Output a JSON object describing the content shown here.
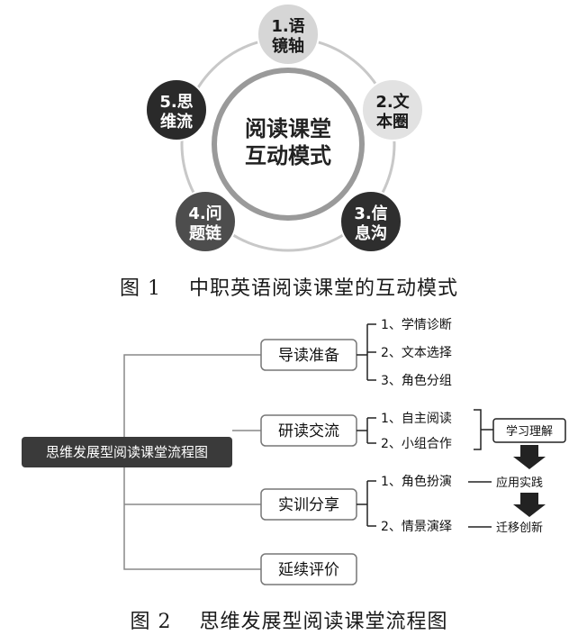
{
  "figure1": {
    "center": {
      "line1": "阅读课堂",
      "line2": "互动模式"
    },
    "nodes": [
      {
        "line1": "1.语",
        "line2": "镜轴",
        "fill": "#d6d6d6",
        "text_color": "#1a1a1a"
      },
      {
        "line1": "2.文",
        "line2": "本圈",
        "fill": "#e2e2e2",
        "text_color": "#1a1a1a"
      },
      {
        "line1": "3.信",
        "line2": "息沟",
        "fill": "#2e2e2e",
        "text_color": "#ffffff"
      },
      {
        "line1": "4.问",
        "line2": "题链",
        "fill": "#4d4d4d",
        "text_color": "#ffffff"
      },
      {
        "line1": "5.思",
        "line2": "维流",
        "fill": "#2a2a2a",
        "text_color": "#ffffff"
      }
    ],
    "caption": "图 1　 中职英语阅读课堂的互动模式"
  },
  "figure2": {
    "root": "思维发展型阅读课堂流程图",
    "branches": [
      {
        "label": "导读准备",
        "items": [
          "1、学情诊断",
          "2、文本选择",
          "3、角色分组"
        ]
      },
      {
        "label": "研读交流",
        "items": [
          "1、自主阅读",
          "2、小组合作"
        ]
      },
      {
        "label": "实训分享",
        "items": [
          "1、角色扮演",
          "2、情景演绎"
        ]
      },
      {
        "label": "延续评价",
        "items": []
      }
    ],
    "stages": [
      "学习理解",
      "应用实践",
      "迁移创新"
    ],
    "caption": "图 2　 思维发展型阅读课堂流程图"
  }
}
